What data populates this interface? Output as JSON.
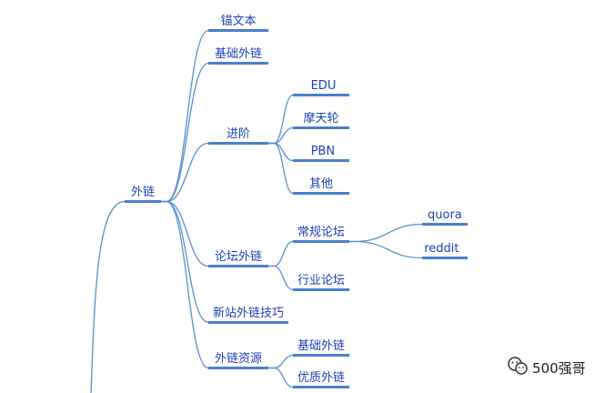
{
  "diagram": {
    "type": "mindmap",
    "root": {
      "label": "外链",
      "children": [
        {
          "label": "锚文本",
          "children": []
        },
        {
          "label": "基础外链",
          "children": []
        },
        {
          "label": "进阶",
          "children": [
            {
              "label": "EDU",
              "children": []
            },
            {
              "label": "摩天轮",
              "children": []
            },
            {
              "label": "PBN",
              "children": []
            },
            {
              "label": "其他",
              "children": []
            }
          ]
        },
        {
          "label": "论坛外链",
          "children": [
            {
              "label": "常规论坛",
              "children": [
                {
                  "label": "quora",
                  "children": []
                },
                {
                  "label": "reddit",
                  "children": []
                }
              ]
            },
            {
              "label": "行业论坛",
              "children": []
            }
          ]
        },
        {
          "label": "新站外链技巧",
          "children": []
        },
        {
          "label": "外链资源",
          "children": [
            {
              "label": "基础外链",
              "children": []
            },
            {
              "label": "优质外链",
              "children": []
            }
          ]
        }
      ]
    },
    "line_color": "#5b8fd0",
    "bar_color": "#4a7fcc",
    "text_color": "#1f3fb5"
  },
  "watermark": {
    "text": "500强哥",
    "icon": "wechat-icon"
  }
}
